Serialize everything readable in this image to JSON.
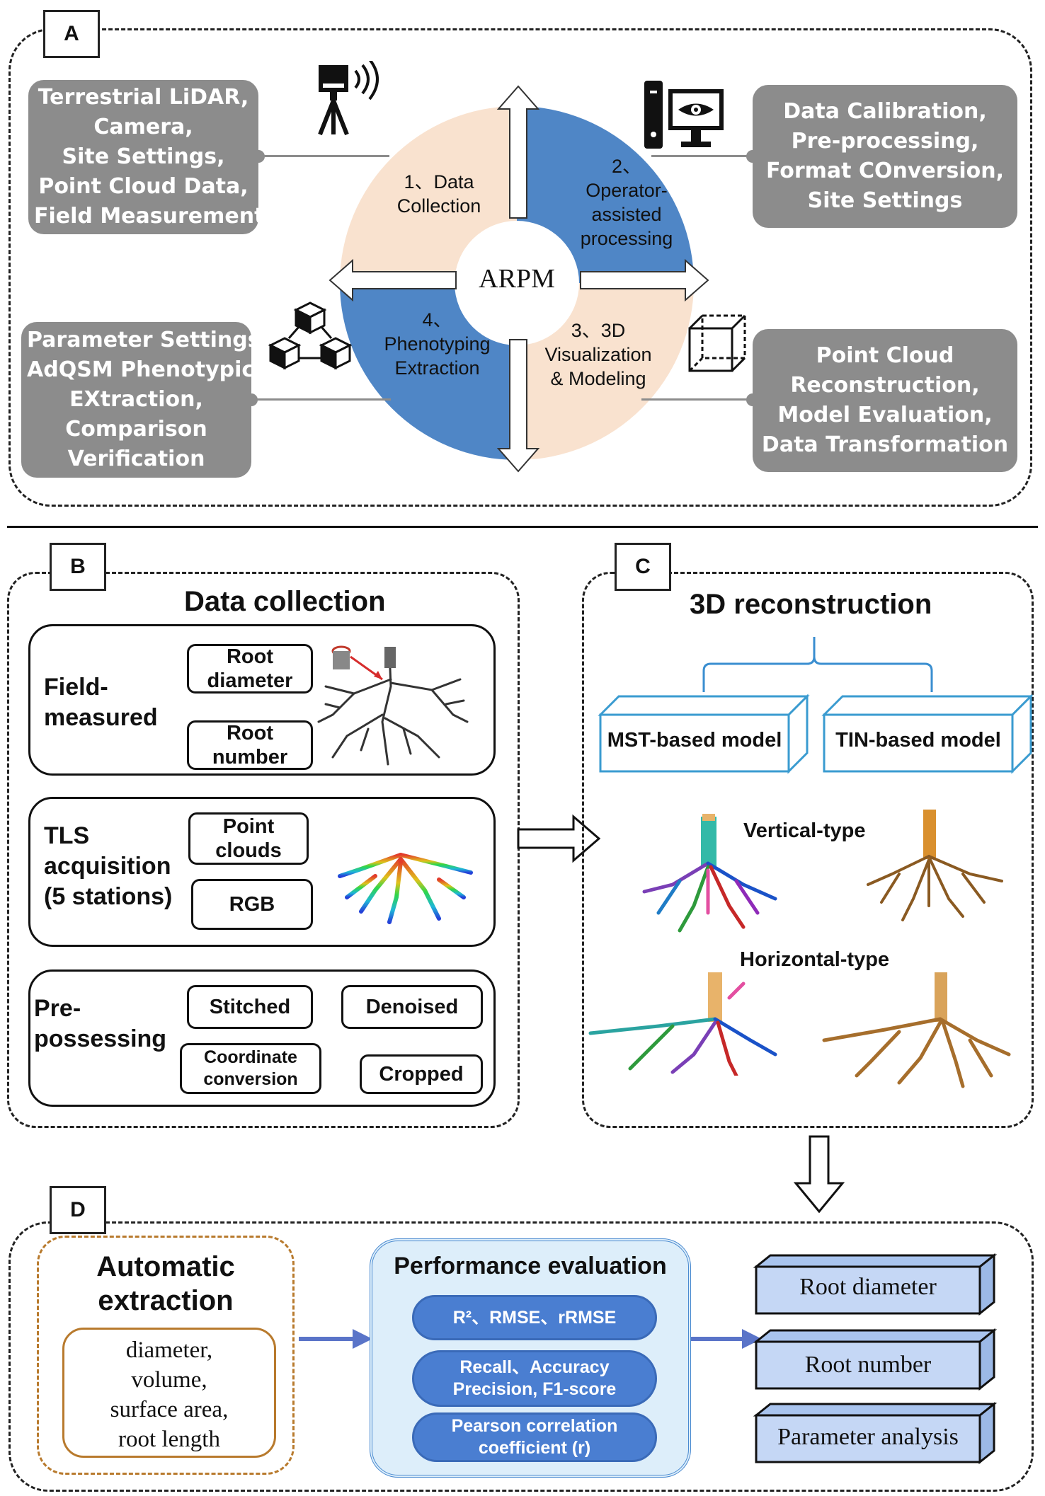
{
  "panel_a": {
    "label": "A",
    "center": "ARPM",
    "quadrants": [
      {
        "lines": [
          "1、Data",
          "Collection"
        ]
      },
      {
        "lines": [
          "2、",
          "Operator-",
          "assisted",
          "processing"
        ]
      },
      {
        "lines": [
          "3、3D",
          "Visualization",
          "& Modeling"
        ]
      },
      {
        "lines": [
          "4、",
          "Phenotyping",
          "Extraction"
        ]
      }
    ],
    "boxes": {
      "top_left": [
        "Terrestrial LiDAR,",
        "Camera,",
        "Site Settings,",
        "Point Cloud Data,",
        "Field Measurements"
      ],
      "top_right": [
        "Data Calibration,",
        "Pre-processing,",
        "Format COnversion,",
        "Site Settings"
      ],
      "bottom_left": [
        "Parameter Settings,",
        "AdQSM Phenotypic",
        "EXtraction,",
        "Comparison",
        "Verification"
      ],
      "bottom_right": [
        "Point Cloud",
        "Reconstruction,",
        "Model Evaluation,",
        "Data Transformation"
      ]
    },
    "icons": [
      "lidar-scanner-icon",
      "computer-eye-icon",
      "cubes-icon",
      "wireframe-cube-icon"
    ]
  },
  "panel_b": {
    "label": "B",
    "title": "Data collection",
    "field_measured": {
      "label_lines": [
        "Field-",
        "measured"
      ],
      "boxes": [
        [
          "Root",
          "diameter"
        ],
        [
          "Root",
          "number"
        ]
      ]
    },
    "tls": {
      "label_lines": [
        "TLS",
        "acquisition",
        "(5 stations)"
      ],
      "boxes": [
        [
          "Point",
          "clouds"
        ],
        [
          "RGB"
        ]
      ]
    },
    "pre": {
      "label_lines": [
        "Pre-",
        "possessing"
      ],
      "boxes": [
        [
          "Stitched"
        ],
        [
          "Denoised"
        ],
        [
          "Coordinate",
          "conversion"
        ],
        [
          "Cropped"
        ]
      ]
    }
  },
  "panel_c": {
    "label": "C",
    "title": "3D reconstruction",
    "models": [
      "MST-based model",
      "TIN-based model"
    ],
    "types": [
      "Vertical-type",
      "Horizontal-type"
    ]
  },
  "panel_d": {
    "label": "D",
    "auto_title_lines": [
      "Automatic",
      "extraction"
    ],
    "auto_items": [
      "diameter,",
      "volume,",
      "surface area,",
      "root length"
    ],
    "perf_title": "Performance evaluation",
    "metrics": [
      [
        "R²、RMSE、rRMSE"
      ],
      [
        "Recall、Accuracy",
        "Precision, F1-score"
      ],
      [
        "Pearson correlation",
        "coefficient (r)"
      ]
    ],
    "outputs": [
      "Root diameter",
      "Root number",
      "Parameter analysis"
    ]
  },
  "colors": {
    "grey_box": "#8c8c8c",
    "peach": "#f9e2cf",
    "steel_blue": "#4f86c6",
    "pill_blue": "#4a7ed1",
    "output_blue": "#c5d7f5",
    "model_cyan": "#3a9bd0",
    "auto_border": "#b87a2d",
    "perf_bg": "#ddeefa"
  }
}
